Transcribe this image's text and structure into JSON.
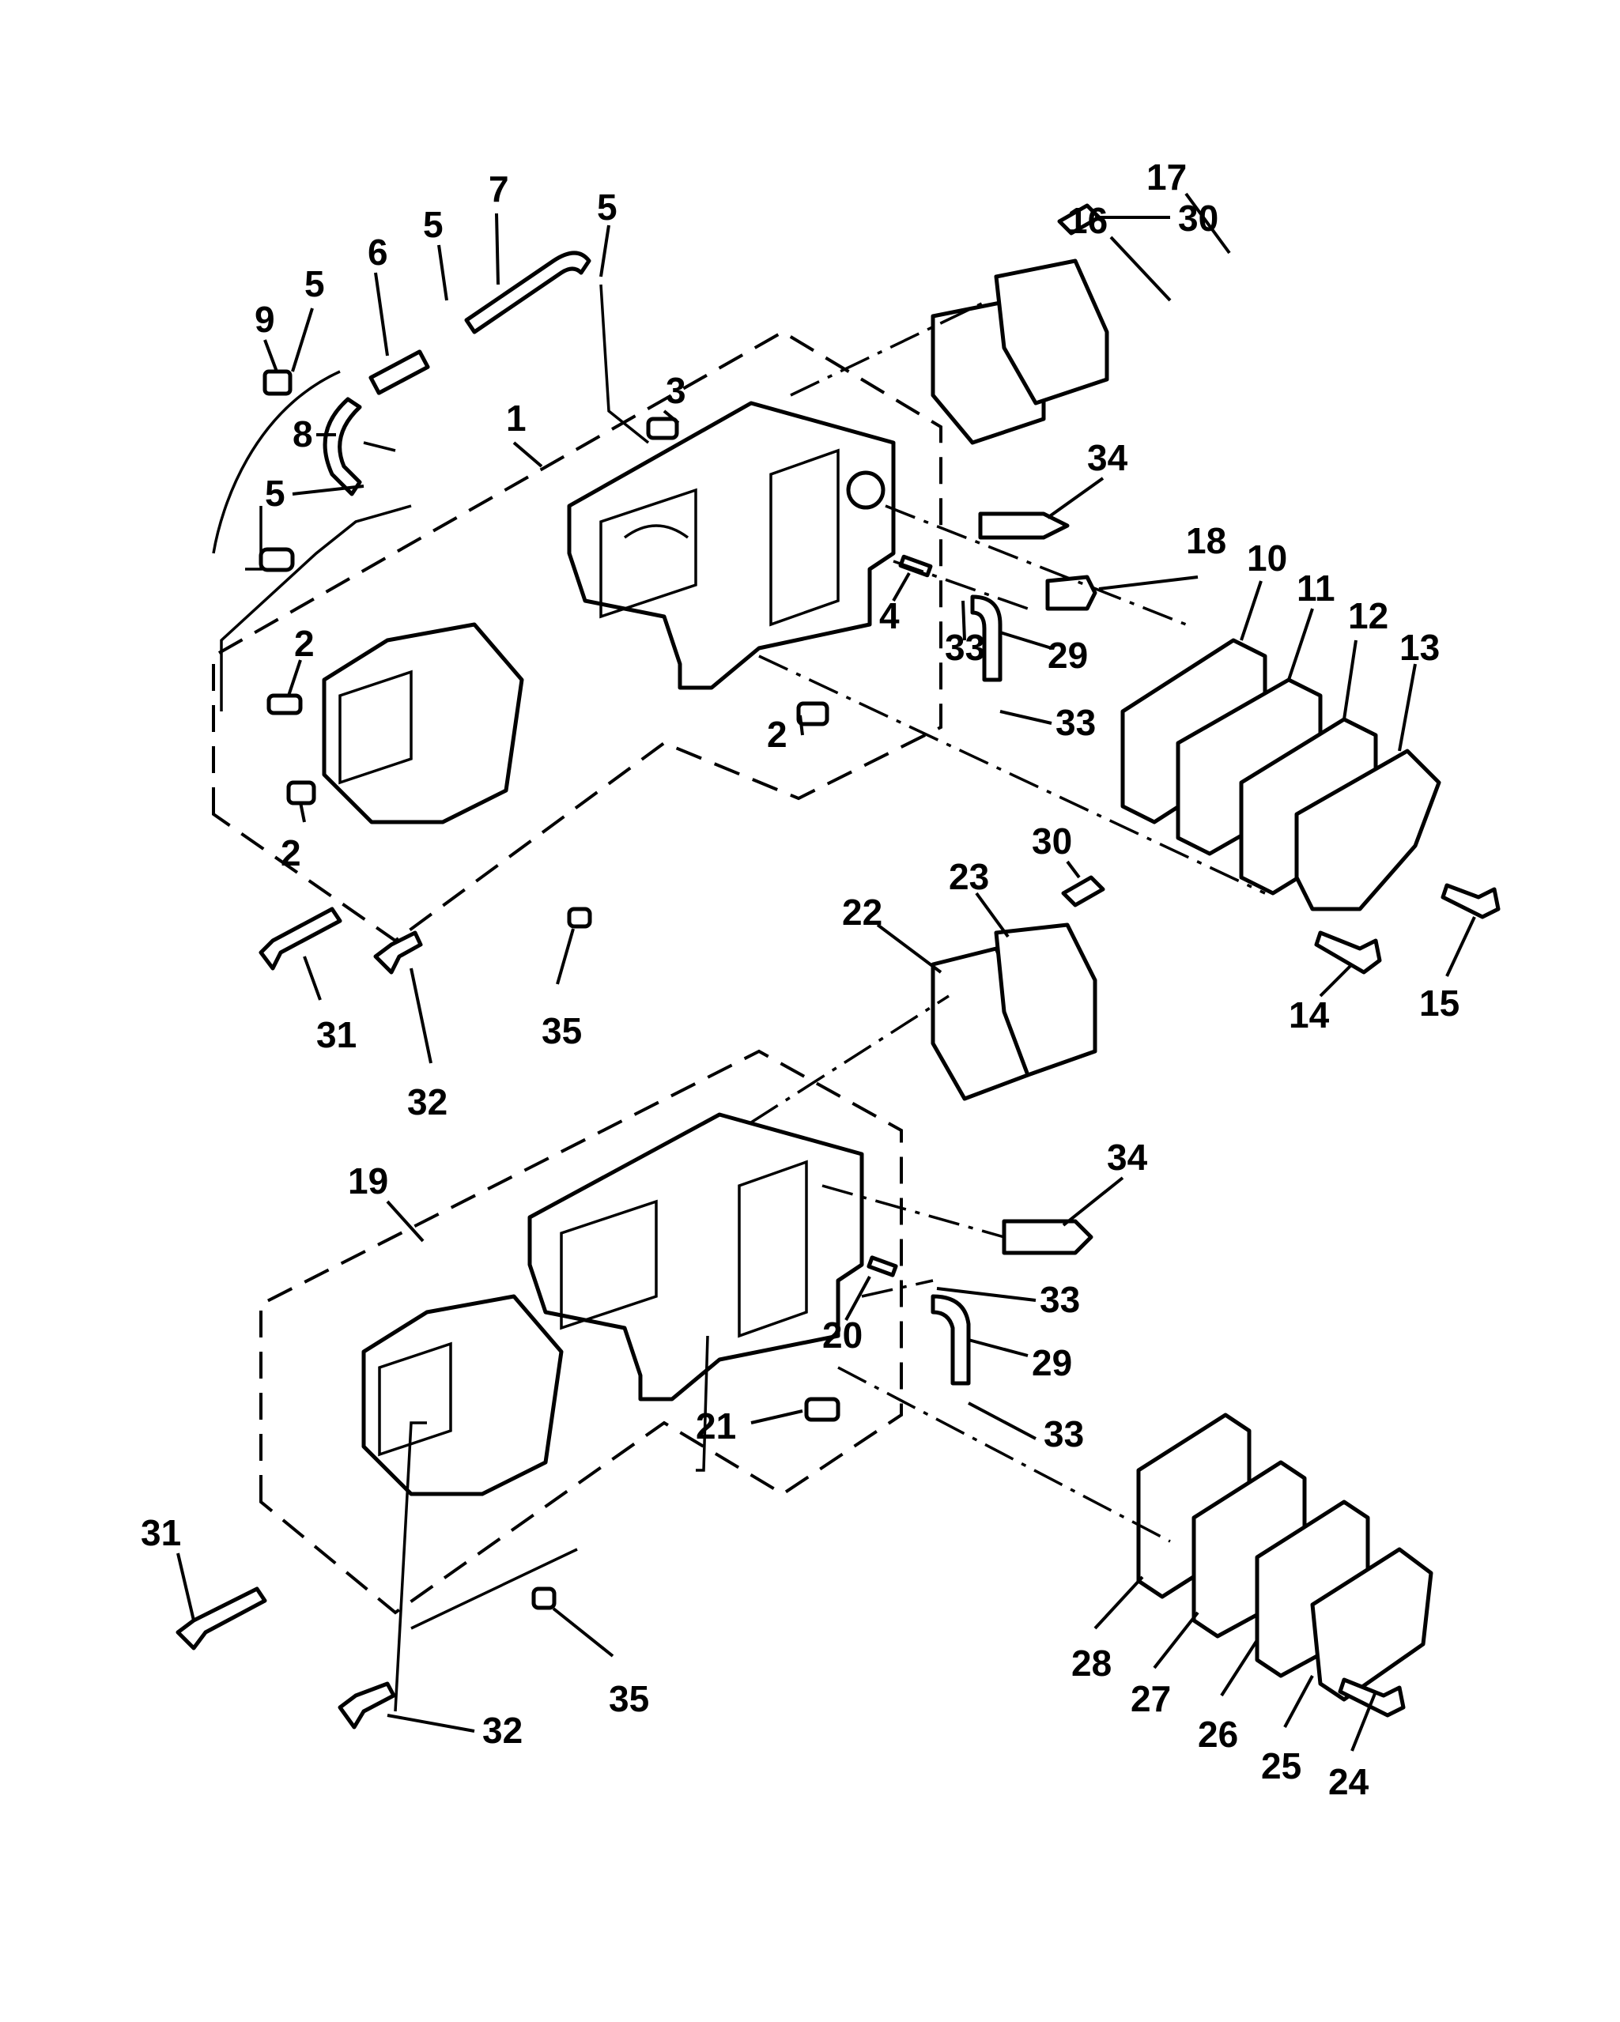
{
  "diagram": {
    "title": "Cylinder block / crankcase and reed valve exploded parts view",
    "background": "#ffffff",
    "ink": "#000000",
    "callouts": [
      {
        "id": "c1",
        "label": "1"
      },
      {
        "id": "c2a",
        "label": "2"
      },
      {
        "id": "c2b",
        "label": "2"
      },
      {
        "id": "c2c",
        "label": "2"
      },
      {
        "id": "c3",
        "label": "3"
      },
      {
        "id": "c4",
        "label": "4"
      },
      {
        "id": "c5a",
        "label": "5"
      },
      {
        "id": "c5b",
        "label": "5"
      },
      {
        "id": "c5c",
        "label": "5"
      },
      {
        "id": "c5d",
        "label": "5"
      },
      {
        "id": "c6",
        "label": "6"
      },
      {
        "id": "c7",
        "label": "7"
      },
      {
        "id": "c8",
        "label": "8"
      },
      {
        "id": "c9",
        "label": "9"
      },
      {
        "id": "c10",
        "label": "10"
      },
      {
        "id": "c11",
        "label": "11"
      },
      {
        "id": "c12",
        "label": "12"
      },
      {
        "id": "c13",
        "label": "13"
      },
      {
        "id": "c14",
        "label": "14"
      },
      {
        "id": "c15",
        "label": "15"
      },
      {
        "id": "c16",
        "label": "16"
      },
      {
        "id": "c17",
        "label": "17"
      },
      {
        "id": "c18",
        "label": "18"
      },
      {
        "id": "c19",
        "label": "19"
      },
      {
        "id": "c20",
        "label": "20"
      },
      {
        "id": "c21",
        "label": "21"
      },
      {
        "id": "c22",
        "label": "22"
      },
      {
        "id": "c23",
        "label": "23"
      },
      {
        "id": "c24",
        "label": "24"
      },
      {
        "id": "c25",
        "label": "25"
      },
      {
        "id": "c26",
        "label": "26"
      },
      {
        "id": "c27",
        "label": "27"
      },
      {
        "id": "c28",
        "label": "28"
      },
      {
        "id": "c29a",
        "label": "29"
      },
      {
        "id": "c29b",
        "label": "29"
      },
      {
        "id": "c30a",
        "label": "30"
      },
      {
        "id": "c30b",
        "label": "30"
      },
      {
        "id": "c31a",
        "label": "31"
      },
      {
        "id": "c31b",
        "label": "31"
      },
      {
        "id": "c32a",
        "label": "32"
      },
      {
        "id": "c32b",
        "label": "32"
      },
      {
        "id": "c33a",
        "label": "33"
      },
      {
        "id": "c33b",
        "label": "33"
      },
      {
        "id": "c33c",
        "label": "33"
      },
      {
        "id": "c33d",
        "label": "33"
      },
      {
        "id": "c34a",
        "label": "34"
      },
      {
        "id": "c34b",
        "label": "34"
      },
      {
        "id": "c35a",
        "label": "35"
      },
      {
        "id": "c35b",
        "label": "35"
      }
    ]
  }
}
